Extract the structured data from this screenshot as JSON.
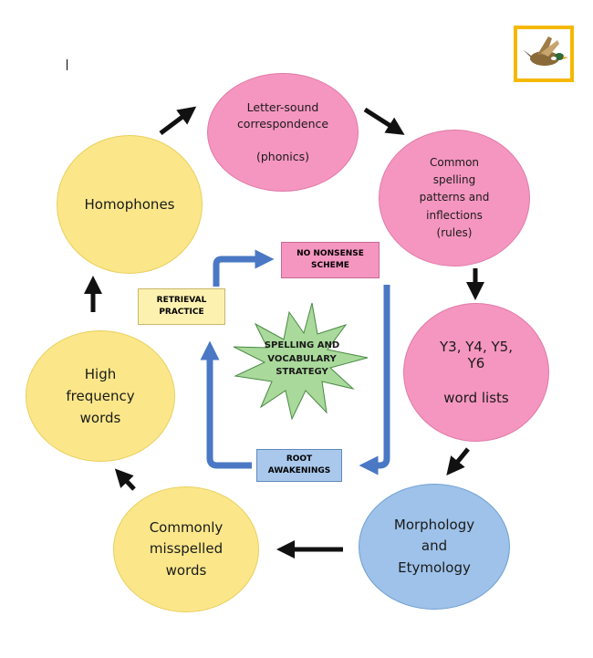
{
  "nodes": {
    "phonics": "Letter-sound\ncorrespondence\n\n(phonics)",
    "patterns": "Common\nspelling\npatterns and\ninflections\n(rules)",
    "word_lists": "Y3, Y4, Y5,\nY6\n\nword lists",
    "morphology": "Morphology\nand\nEtymology",
    "misspelled": "Commonly\nmisspelled\nwords",
    "high_frequency": "High\nfrequency\nwords",
    "homophones": "Homophones"
  },
  "center": {
    "strategy": "SPELLING AND\nVOCABULARY\nSTRATEGY",
    "no_nonsense": "NO NONSENSE\nSCHEME",
    "retrieval": "RETRIEVAL\nPRACTICE",
    "root": "ROOT\nAWAKENINGS"
  },
  "icon": "duck-icon",
  "colors": {
    "pink": "#f596c0",
    "yellow": "#fbe78a",
    "blue": "#9ec2e9",
    "star": "#a9d99b",
    "cycle_arrow": "#4a78c4",
    "logo_border": "#f5b800"
  }
}
